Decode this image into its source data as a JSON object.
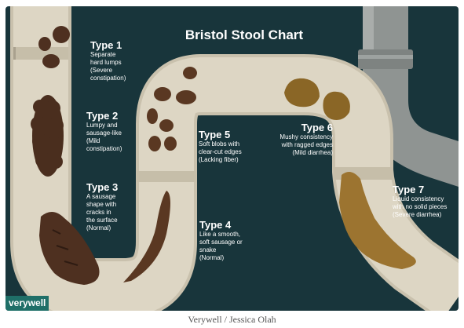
{
  "title": "Bristol Stool Chart",
  "brand": "verywell",
  "caption": "Verywell / Jessica Olah",
  "colors": {
    "background": "#18353b",
    "pipe": "#ddd6c4",
    "stool": "#5a3822",
    "brand": "#1f6f68"
  },
  "types": [
    {
      "label": "Type 1",
      "description": "Separate\nhard lumps\n(Severe\nconstipation)"
    },
    {
      "label": "Type 2",
      "description": "Lumpy and\nsausage-like\n(Mild\nconstipation)"
    },
    {
      "label": "Type 3",
      "description": "A sausage\nshape with\ncracks in\nthe surface\n(Normal)"
    },
    {
      "label": "Type 4",
      "description": "Like a smooth,\nsoft sausage or\nsnake\n(Normal)"
    },
    {
      "label": "Type 5",
      "description": "Soft blobs with\nclear-cut edges\n(Lacking fiber)"
    },
    {
      "label": "Type 6",
      "description": "Mushy consistency\nwith ragged edges\n(Mild diarrhea)"
    },
    {
      "label": "Type 7",
      "description": "Liquid consistency\nwith no solid pieces\n(Severe diarrhea)"
    }
  ]
}
